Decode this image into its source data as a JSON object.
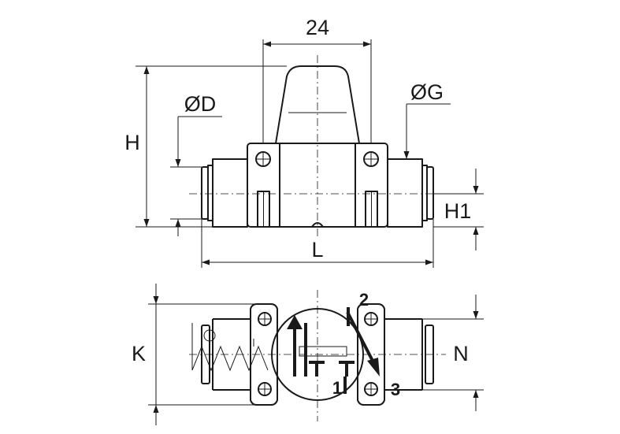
{
  "dimensions": {
    "top_width": "24",
    "height": "H",
    "inlet_diameter": "ØD",
    "outlet_diameter": "ØG",
    "center_height": "H1",
    "length": "L",
    "depth": "K",
    "mount_spacing": "N"
  },
  "ports": {
    "port_1": "1",
    "port_2": "2",
    "port_3": "3"
  }
}
